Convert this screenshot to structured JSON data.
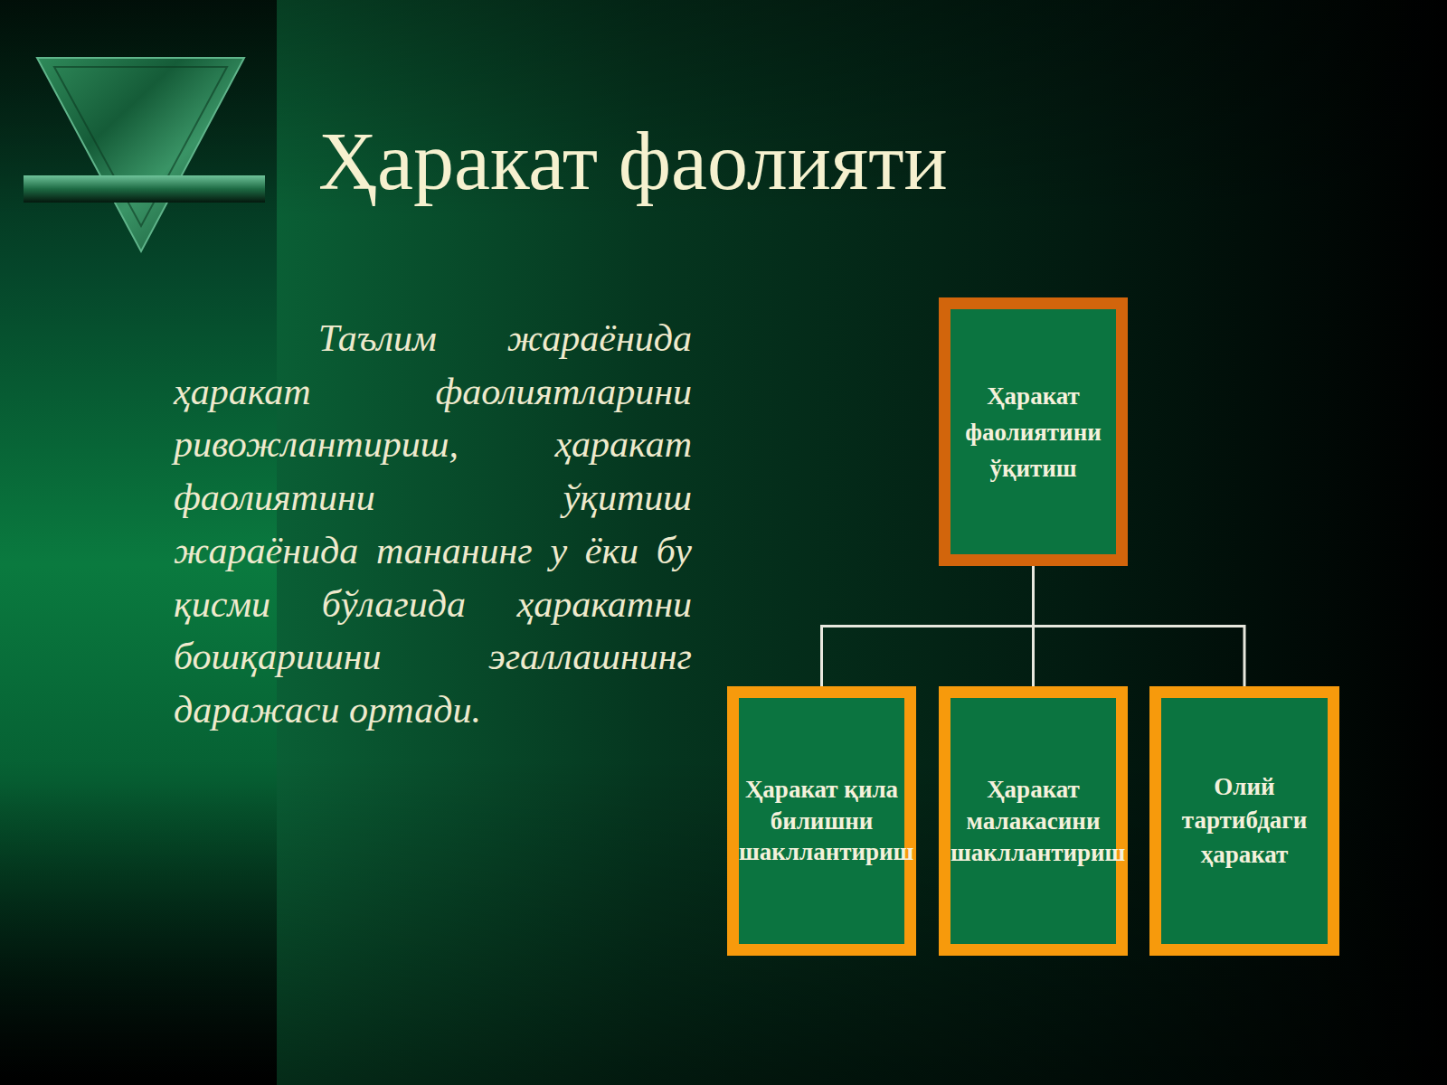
{
  "diagram": {
    "title": "Ҳаракат фаолияти",
    "nodes": [
      {
        "text": [
          "Ҳаракат фаолиятини ўқитиш"
        ]
      },
      {
        "text": [
          "Ҳаракат қила билишни шакллантириш"
        ]
      },
      {
        "text": [
          "Ҳаракат малакасини шакллантириш"
        ]
      },
      {
        "text": [
          "Олий тартибдаги ҳаракат"
        ]
      }
    ],
    "edges": [
      {
        "from": 0,
        "to": 1,
        "arrow": "none"
      },
      {
        "from": 0,
        "to": 2,
        "arrow": "none"
      },
      {
        "from": 0,
        "to": 3,
        "arrow": "none"
      }
    ],
    "labels": [
      "Таълим жараёнида ҳаракат фаолиятларини ривожлантириш, ҳаракат фаолиятини ўқитиш жараёнида тананинг у ёки бу қисми бўлагида ҳаракатни бошқаришни эгаллашнинг даражаси ортади."
    ]
  }
}
